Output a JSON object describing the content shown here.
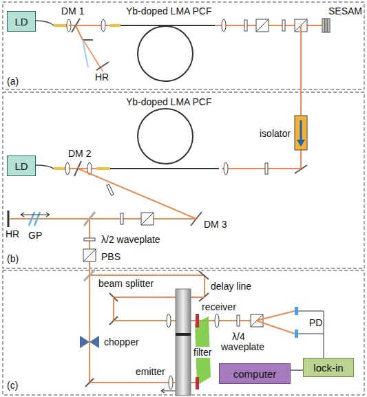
{
  "diagram": {
    "nodes": [
      {
        "text": [
          "LD"
        ]
      },
      {
        "text": [
          "LD"
        ]
      },
      {
        "text": [
          "computer"
        ]
      },
      {
        "text": [
          "lock-in"
        ]
      }
    ],
    "edges": [
      {
        "from": 2,
        "to": 3,
        "arrow": "none"
      }
    ],
    "labels": [
      "(a)",
      "DM 1",
      "Yb-doped LMA PCF",
      "SESAM",
      "HR",
      "(b)",
      "Yb-doped LMA PCF",
      "isolator",
      "DM 2",
      "DM 3",
      "HR",
      "GP",
      "λ/2 waveplate",
      "PBS",
      "(c)",
      "beam splitter",
      "delay line",
      "chopper",
      "receiver",
      "filter",
      "λ/4",
      "waveplate",
      "PD",
      "emitter"
    ]
  }
}
